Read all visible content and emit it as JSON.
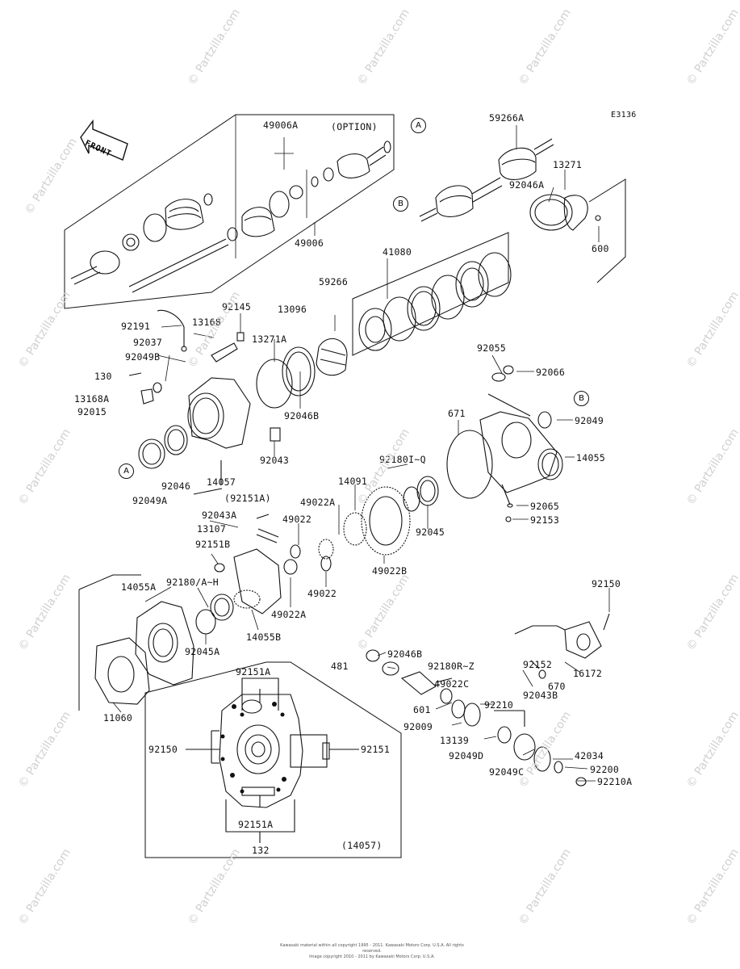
{
  "diagram_code": "E3136",
  "front_label": "FRONT",
  "option_label": "(OPTION)",
  "section_label": "(14057)",
  "watermark": "© Partzilla.com",
  "footer_lines": [
    "Kawasaki material within all copyright 1995 - 2011. Kawasaki Motors Corp. U.S.A. All rights reserved.",
    "Image copyright 2010 - 2011 by Kawasaki Motors Corp. U.S.A."
  ],
  "callouts": [
    "A",
    "A",
    "B",
    "B"
  ],
  "parts": [
    {
      "num": "49006A"
    },
    {
      "num": "49006"
    },
    {
      "num": "59266"
    },
    {
      "num": "59266A"
    },
    {
      "num": "13271"
    },
    {
      "num": "92046A"
    },
    {
      "num": "600"
    },
    {
      "num": "41080"
    },
    {
      "num": "92191"
    },
    {
      "num": "92145"
    },
    {
      "num": "13168"
    },
    {
      "num": "13096"
    },
    {
      "num": "92037"
    },
    {
      "num": "13271A"
    },
    {
      "num": "92049B"
    },
    {
      "num": "130"
    },
    {
      "num": "13168A"
    },
    {
      "num": "92015"
    },
    {
      "num": "92046B"
    },
    {
      "num": "92055"
    },
    {
      "num": "92066"
    },
    {
      "num": "92049"
    },
    {
      "num": "671"
    },
    {
      "num": "14055"
    },
    {
      "num": "92043"
    },
    {
      "num": "14057"
    },
    {
      "num": "92049A"
    },
    {
      "num": "92046"
    },
    {
      "num": "(92151A)"
    },
    {
      "num": "92180I~Q"
    },
    {
      "num": "14091"
    },
    {
      "num": "92045"
    },
    {
      "num": "92065"
    },
    {
      "num": "92153"
    },
    {
      "num": "92043A"
    },
    {
      "num": "49022A"
    },
    {
      "num": "49022"
    },
    {
      "num": "13107"
    },
    {
      "num": "92151B"
    },
    {
      "num": "49022B"
    },
    {
      "num": "92180/A~H"
    },
    {
      "num": "14055A"
    },
    {
      "num": "49022"
    },
    {
      "num": "49022A"
    },
    {
      "num": "14055B"
    },
    {
      "num": "92045A"
    },
    {
      "num": "92150"
    },
    {
      "num": "92046B"
    },
    {
      "num": "481"
    },
    {
      "num": "92180R~Z"
    },
    {
      "num": "92152"
    },
    {
      "num": "16172"
    },
    {
      "num": "49022C"
    },
    {
      "num": "670"
    },
    {
      "num": "601"
    },
    {
      "num": "92210"
    },
    {
      "num": "92043B"
    },
    {
      "num": "92009"
    },
    {
      "num": "92151A"
    },
    {
      "num": "11060"
    },
    {
      "num": "13139"
    },
    {
      "num": "92150"
    },
    {
      "num": "92151"
    },
    {
      "num": "92049D"
    },
    {
      "num": "42034"
    },
    {
      "num": "92200"
    },
    {
      "num": "92049C"
    },
    {
      "num": "92210A"
    },
    {
      "num": "92151A"
    },
    {
      "num": "132"
    }
  ]
}
